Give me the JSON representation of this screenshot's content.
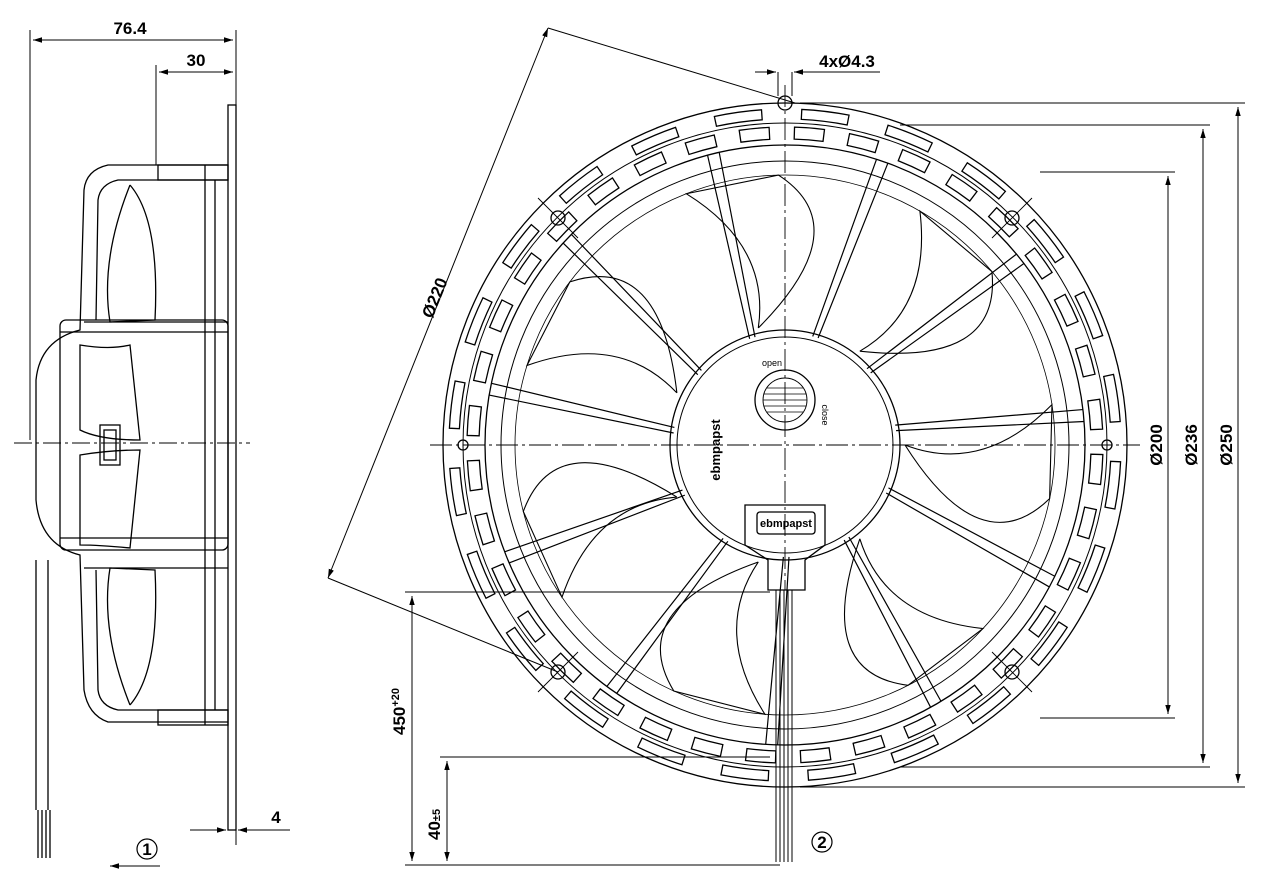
{
  "dimensions": {
    "overall_depth": "76.4",
    "housing_depth": "30",
    "flange_thickness": "4",
    "hole_pattern": "4xØ4.3",
    "bolt_circle": "Ø220",
    "guard_ring_diameter": "Ø200",
    "inner_ring_diameter": "Ø236",
    "outer_diameter": "Ø250",
    "cable_length": "450",
    "cable_length_tol": "+20",
    "strip_length": "40",
    "strip_length_tol": "±5"
  },
  "callouts": {
    "side_view": "1",
    "front_view": "2"
  },
  "hub": {
    "brand": "ebmpapst",
    "connector_brand": "ebmpapst",
    "open_label": "open",
    "close_label": "close"
  }
}
